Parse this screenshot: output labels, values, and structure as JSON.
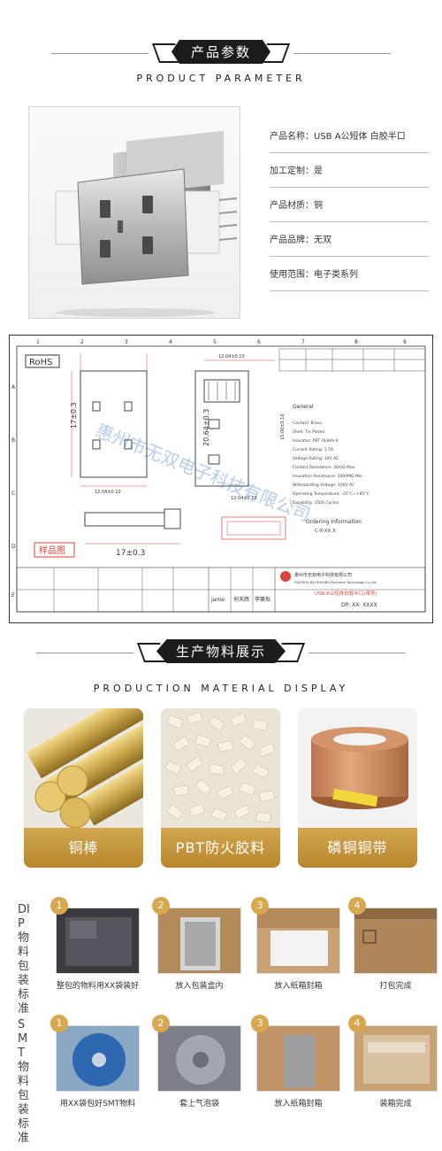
{
  "section1": {
    "title": "产品参数",
    "subtitle": "PRODUCT PARAMETER"
  },
  "specs": [
    {
      "key": "产品名称：",
      "value": "USB A公短体 白胶半口"
    },
    {
      "key": "加工定制：",
      "value": "是"
    },
    {
      "key": "产品材质：",
      "value": "铜"
    },
    {
      "key": "产品品牌：",
      "value": "无双"
    },
    {
      "key": "使用范围：",
      "value": "电子类系列"
    }
  ],
  "drawing": {
    "rohs": "RoHS",
    "sample_label": "样品图",
    "watermark": "惠州市无双电子科技有限公司",
    "dim_17_03": "17±0.3",
    "dim_20_64": "20.64±0.3",
    "dim_12_04": "12.04±0.10",
    "dim_15": "15.00±0.10",
    "dim_12_03_side": "17±0.3",
    "general_title": "General",
    "product_name_box": "USB A公短体白胶半口(带壳)",
    "ordering": "Ordering Information",
    "ordering_code": "C-X-XX    X",
    "part_no": "DP- XX- XXXX",
    "company_cn": "惠州市无双电子科技有限公司",
    "company_en": "HUIZHOU WU SHUANG Electronic Technology Co.,Ltd",
    "grid_top": [
      "1",
      "2",
      "3",
      "4",
      "5",
      "6",
      "7",
      "8",
      "9"
    ],
    "grid_side": [
      "A",
      "B",
      "C",
      "D",
      "E"
    ],
    "spec_lines": [
      "Contact: Brass",
      "Shell: Tin Plated",
      "Insulator: PBT UL94V-0",
      "Current Rating: 1.5A",
      "Voltage Rating: 30V AC",
      "Contact Resistance: 30mΩ Max",
      "Insulation Resistance: 1000MΩ Min",
      "Withstanding Voltage: 100V AC",
      "Operating Temperature: -25°C~+85°C",
      "Durability: 1500 Cycles"
    ],
    "sig_row": [
      "Jame",
      "何天辉",
      "李赛怡"
    ]
  },
  "section2": {
    "title": "生产物料展示",
    "subtitle": "PRODUCTION MATERIAL DISPLAY"
  },
  "materials": [
    {
      "label": "铜棒"
    },
    {
      "label": "PBT防火胶料"
    },
    {
      "label": "磷铜铜带"
    }
  ],
  "dip": {
    "title": "DIP物料包装标准",
    "steps": [
      {
        "num": "1",
        "caption": "整包的物料用XX袋装好"
      },
      {
        "num": "2",
        "caption": "放入包装盒内"
      },
      {
        "num": "3",
        "caption": "放入纸箱封箱"
      },
      {
        "num": "4",
        "caption": "打包完成"
      }
    ]
  },
  "smt": {
    "title": "SMT物料包装标准",
    "steps": [
      {
        "num": "1",
        "caption": "用XX袋包好SMT物料"
      },
      {
        "num": "2",
        "caption": "套上气泡袋"
      },
      {
        "num": "3",
        "caption": "放入纸箱封箱"
      },
      {
        "num": "4",
        "caption": "装箱完成"
      }
    ]
  },
  "colors": {
    "gold": "#c89a42",
    "dark": "#1c1c1c",
    "red": "#d9463a"
  }
}
